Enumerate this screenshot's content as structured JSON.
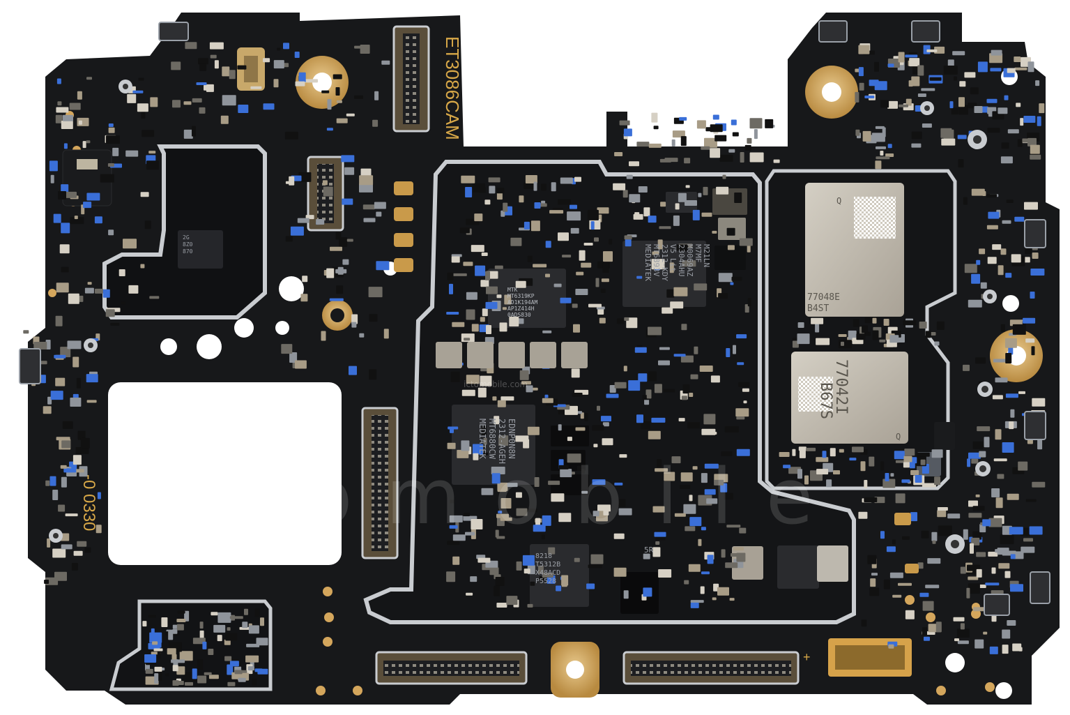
{
  "colors": {
    "board": "#17181a",
    "board_dark": "#0d0e0f",
    "silk": "#d8a848",
    "gold": "#c8a05a",
    "gold_light": "#e3c07f",
    "shield": "#c9ccd0",
    "chip": "#2a2b2e",
    "chip_text": "#9a9ea5",
    "rf_module": "#b9b3a6",
    "passive_tan": "#a89c86",
    "passive_grey": "#8f949b",
    "passive_blue": "#3a6fd8",
    "watermark": "#ffffff"
  },
  "silkscreen": {
    "top_label": "ET3086CAM",
    "left_label": "-0 0330",
    "plus": "+"
  },
  "chips": {
    "mtk_pmic": [
      "MTK",
      "MT6319KP",
      "AD1K194AM",
      "AP1Z414H",
      "0ADS830"
    ],
    "mediatek_main": [
      "MEDIATEK",
      "MT6893V",
      "2312-KDY",
      "V5 Lit",
      "2304AHU",
      "M0069AZ",
      "M7MF",
      "M21LN"
    ],
    "mediatek_soc": [
      "MEDIATEK",
      "MT6880CW",
      "2312-AGEH",
      "EDNP0N8N"
    ],
    "rf_module_top": [
      "77048E",
      "B4ST"
    ],
    "rf_module_bottom": [
      "77042I",
      "B67S"
    ],
    "audio_chip": [
      "8218",
      "T5312B",
      "X48ACD",
      "P5528"
    ],
    "small_qfn": [
      "2G",
      "8Z0",
      "870"
    ],
    "marker_q": "Q",
    "small_label_5r": "5R"
  },
  "watermark": {
    "brand": "ictomobile",
    "url": "ictomobile.com"
  }
}
